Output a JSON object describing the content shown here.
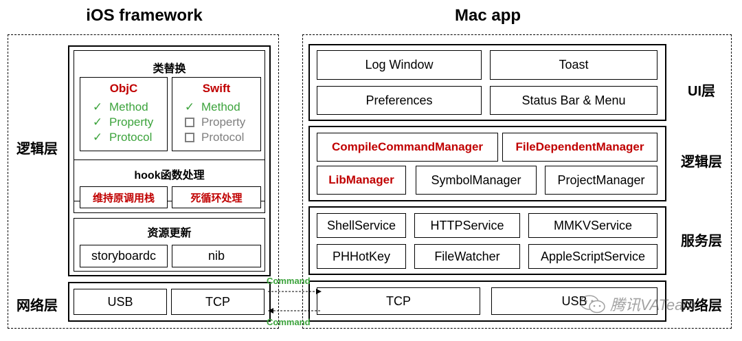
{
  "ios": {
    "title": "iOS framework",
    "class_replace": {
      "title": "类替换",
      "objc": {
        "title": "ObjC",
        "items": [
          "Method",
          "Property",
          "Protocol"
        ]
      },
      "swift": {
        "title": "Swift",
        "supported": [
          "Method"
        ],
        "unsupported": [
          "Property",
          "Protocol"
        ]
      }
    },
    "hook": {
      "title": "hook函数处理",
      "items": [
        "维持原调用栈",
        "死循环处理"
      ]
    },
    "resource": {
      "title": "资源更新",
      "items": [
        "storyboardc",
        "nib"
      ]
    },
    "network": [
      "USB",
      "TCP"
    ]
  },
  "mac": {
    "title": "Mac app",
    "ui": [
      "Log Window",
      "Toast",
      "Preferences",
      "Status Bar & Menu"
    ],
    "logic": [
      "CompileCommandManager",
      "FileDependentManager",
      "LibManager",
      "SymbolManager",
      "ProjectManager"
    ],
    "service": [
      "ShellService",
      "HTTPService",
      "MMKVService",
      "PHHotKey",
      "FileWatcher",
      "AppleScriptService"
    ],
    "network": [
      "TCP",
      "USB"
    ]
  },
  "layers": {
    "ios_logic": "逻辑层",
    "ios_network": "网络层",
    "mac_ui": "UI层",
    "mac_logic": "逻辑层",
    "mac_service": "服务层",
    "mac_network": "网络层"
  },
  "arrows": {
    "top": "Command",
    "bottom": "Command"
  },
  "watermark": "腾讯VATeam",
  "colors": {
    "red": "#c00000",
    "green": "#3ca33c",
    "gray": "#7f7f7f"
  }
}
